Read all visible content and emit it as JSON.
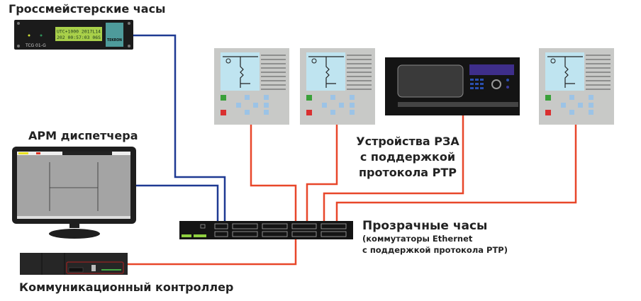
{
  "labels": {
    "grandmaster_clock": "Гроссмейстерские часы",
    "operator_workstation": "АРМ диспетчера",
    "comm_controller": "Коммуникационный контроллер",
    "protection_devices": [
      "Устройства РЗА",
      "с поддержкой",
      "протокола PTP"
    ],
    "transparent_clock_title": "Прозрачные часы",
    "transparent_clock_sub": [
      "(коммутаторы Ethernet",
      "с поддержкой протокола PTP)"
    ]
  },
  "clock_device": {
    "model": "TCG 01-G",
    "display": [
      "UTC+1000 2017L14",
      "202 00:57:03 06S"
    ],
    "brand": "TEKRON"
  },
  "colors": {
    "blue_link": "#1f3a93",
    "red_link": "#e8472a",
    "device_gray": "#c8c9c7",
    "screen_blue": "#bfe4f0",
    "dark": "#1a1a1a"
  }
}
